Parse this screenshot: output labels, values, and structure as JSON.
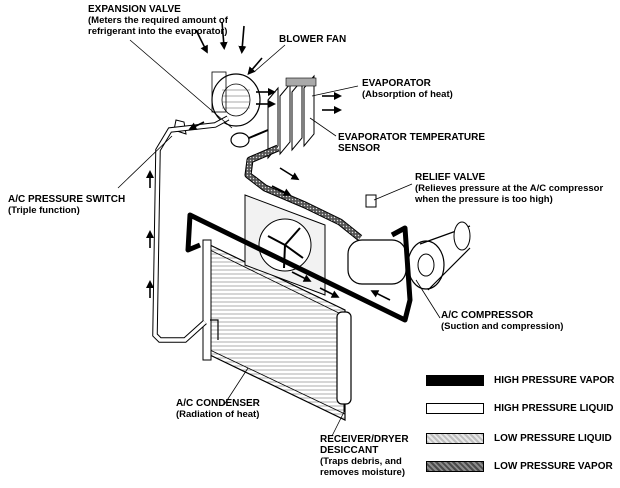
{
  "labels": {
    "expansion_valve": {
      "title": "EXPANSION VALVE",
      "sub": [
        "(Meters the required amount of",
        "refrigerant into the evaporator)"
      ]
    },
    "blower_fan": {
      "title": "BLOWER FAN"
    },
    "evaporator": {
      "title": "EVAPORATOR",
      "sub": [
        "(Absorption of heat)"
      ]
    },
    "evap_temp_sensor": {
      "title": [
        "EVAPORATOR TEMPERATURE",
        "SENSOR"
      ]
    },
    "pressure_switch": {
      "title": "A/C PRESSURE SWITCH",
      "sub": [
        "(Triple function)"
      ]
    },
    "relief_valve": {
      "title": "RELIEF VALVE",
      "sub": [
        "(Relieves pressure at the A/C compressor",
        "when the pressure is too high)"
      ]
    },
    "compressor": {
      "title": "A/C COMPRESSOR",
      "sub": [
        "(Suction and compression)"
      ]
    },
    "condenser": {
      "title": "A/C CONDENSER",
      "sub": [
        "(Radiation of heat)"
      ]
    },
    "receiver": {
      "title": [
        "RECEIVER/DRYER",
        "DESICCANT"
      ],
      "sub": [
        "(Traps debris, and",
        "removes moisture)"
      ]
    }
  },
  "legend": [
    {
      "label": "HIGH PRESSURE VAPOR",
      "fill": "#000000",
      "pattern": "solid"
    },
    {
      "label": "HIGH PRESSURE LIQUID",
      "fill": "#ffffff",
      "pattern": "plain"
    },
    {
      "label": "LOW PRESSURE LIQUID",
      "fill": "#c8c8c8",
      "pattern": "light-dots"
    },
    {
      "label": "LOW PRESSURE VAPOR",
      "fill": "#6a6a6a",
      "pattern": "dark-dots"
    }
  ]
}
